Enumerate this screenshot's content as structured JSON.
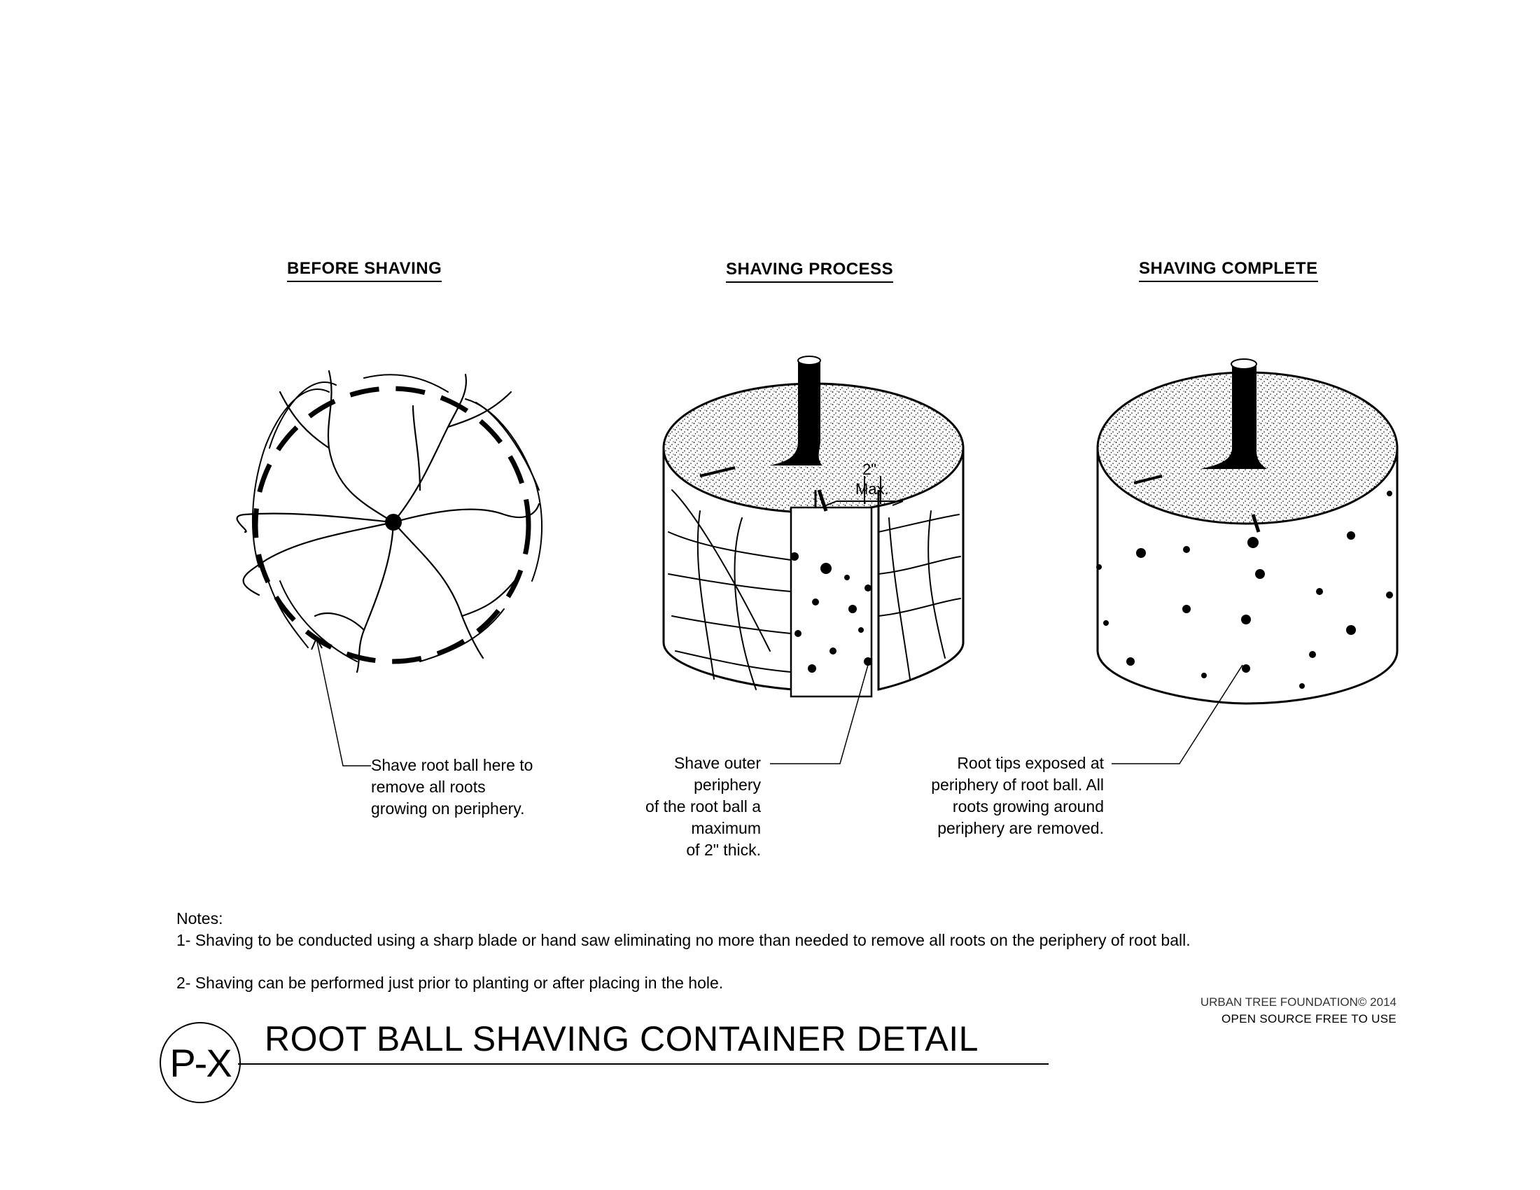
{
  "panels": {
    "before": {
      "title": "BEFORE SHAVING"
    },
    "process": {
      "title": "SHAVING PROCESS"
    },
    "complete": {
      "title": "SHAVING COMPLETE"
    }
  },
  "dimension": {
    "line1": "2\"",
    "line2": "Max."
  },
  "callouts": {
    "before": [
      "Shave root ball here to",
      "remove all roots",
      "growing on periphery."
    ],
    "process": [
      "Shave outer",
      "periphery",
      "of the root ball a",
      "maximum",
      "of 2\" thick."
    ],
    "complete": [
      "Root tips exposed at",
      "periphery of root ball. All",
      "roots growing around",
      "periphery are removed."
    ]
  },
  "notes": {
    "heading": "Notes:",
    "items": [
      "1- Shaving to be conducted using a sharp blade or hand saw eliminating no more than needed to remove all roots on the periphery of root ball.",
      "2- Shaving can be performed just prior to planting or after placing in the hole."
    ]
  },
  "credit": {
    "line1": "URBAN TREE FOUNDATION© 2014",
    "line2": "OPEN SOURCE FREE TO USE"
  },
  "sheet": {
    "id": "P-X",
    "title": "ROOT BALL SHAVING CONTAINER DETAIL"
  }
}
